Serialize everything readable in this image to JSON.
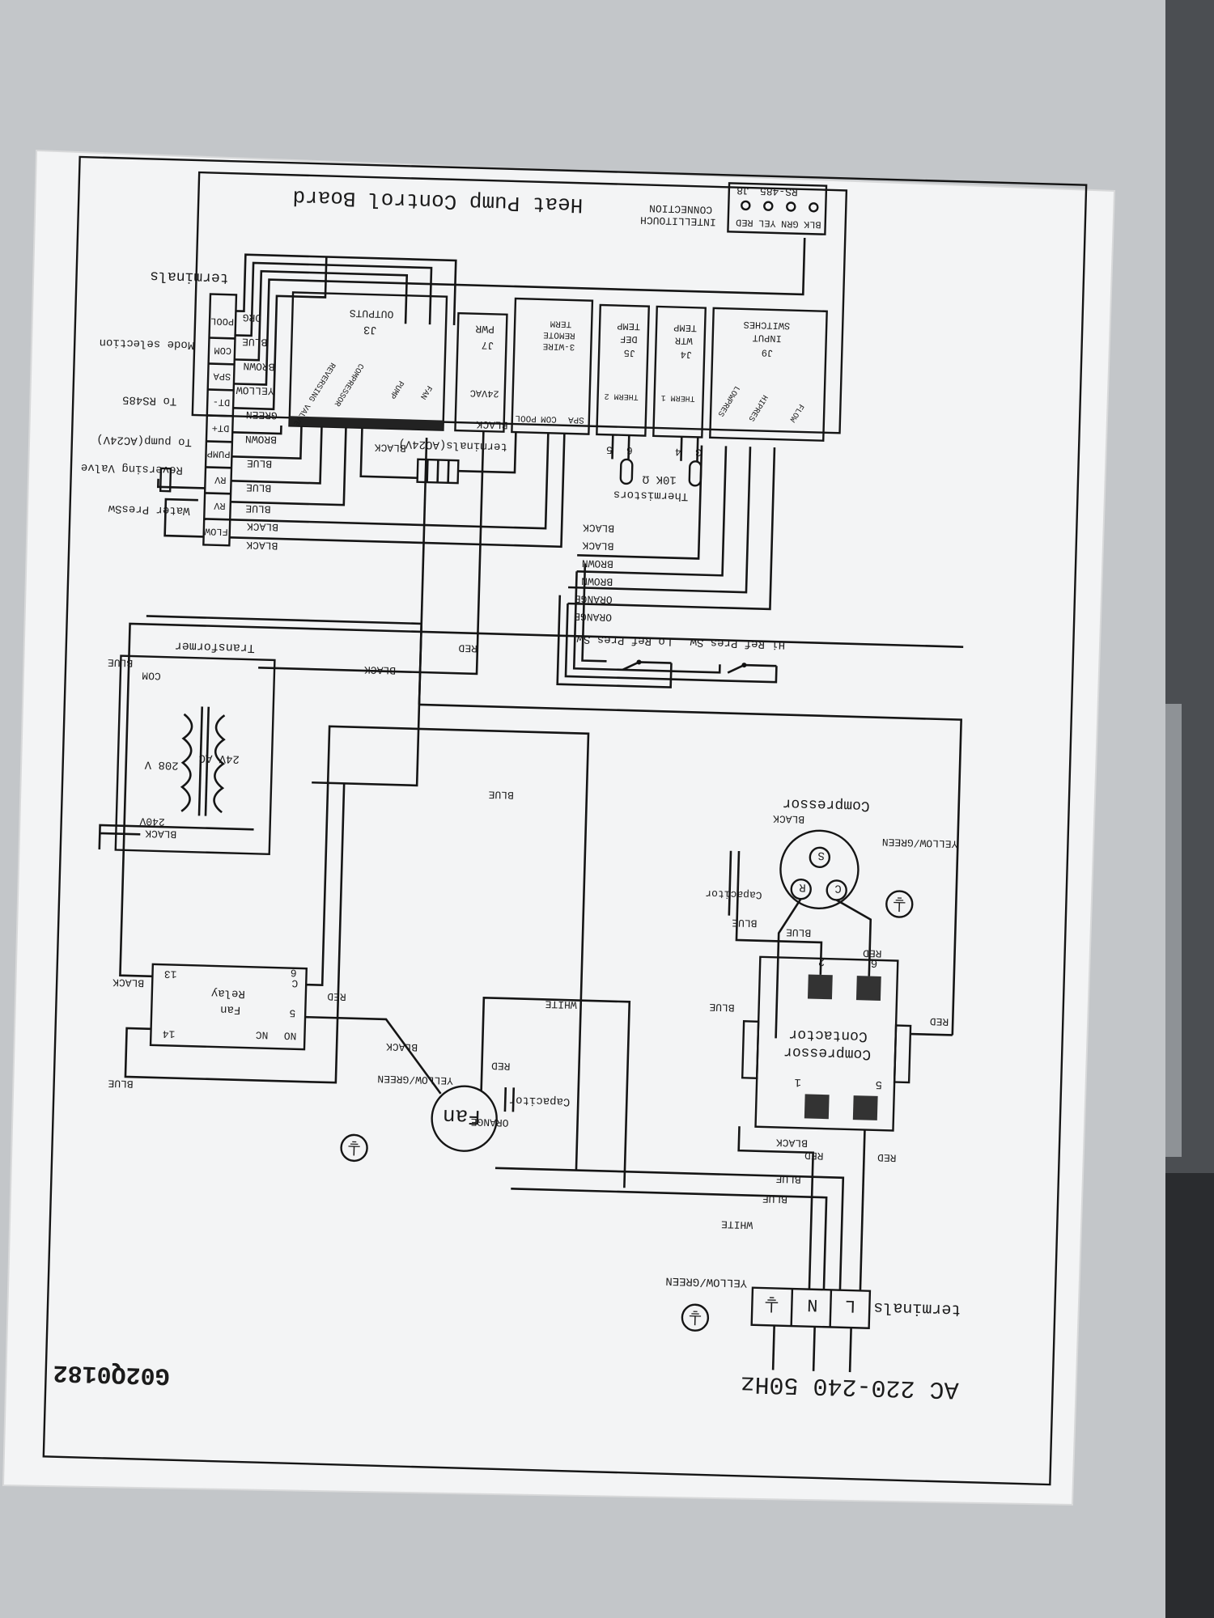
{
  "diagram": {
    "drawing_number": "G02Q0182",
    "supply": "AC 220-240 50Hz",
    "terminals_label": "terminals",
    "main_terminals": [
      "L",
      "N"
    ],
    "ground_wire": "YELLOW/GREEN",
    "fan": {
      "label": "Fan",
      "capacitor": "Capacitor",
      "wire_orange": "ORANGE",
      "wire_red": "RED",
      "wire_black": "BLACK",
      "wire_white": "WHITE",
      "ground": "YELLOW/GREEN"
    },
    "fan_relay": {
      "name": "Fan",
      "sub": "Relay",
      "nc": "NC",
      "no": "NO",
      "c": "C",
      "pins": [
        "14",
        "13",
        "5",
        "6"
      ]
    },
    "contactor": {
      "line1": "Compressor",
      "line2": "Contactor",
      "pins": [
        "5",
        "1",
        "6",
        "2"
      ]
    },
    "compressor": {
      "label": "Compressor",
      "capacitor": "Capacitor",
      "terminals": [
        "C",
        "R",
        "S"
      ],
      "ground": "YELLOW/GREEN"
    },
    "transformer": {
      "label": "Transformer",
      "primary_240": "240V",
      "primary_208": "208 V",
      "secondary": "24V AC",
      "com": "COM"
    },
    "pressure_switches": {
      "hi": "Hi Ref Pres Sw",
      "lo": "Lo Ref Pres Sw"
    },
    "thermistors": {
      "label": "Thermistors",
      "value": "10K Ω",
      "pins": [
        "5",
        "6",
        "4",
        "3"
      ]
    },
    "terminals_24v": "terminals(AC24V)",
    "left_terminals": [
      "FLOW",
      "RV",
      "RV",
      "PUMP",
      "DT+",
      "DT-",
      "SPA",
      "COM",
      "POOL"
    ],
    "left_labels": {
      "water": "Water PresSw",
      "reversing": "Reversing Valve",
      "pump": "To pump(AC24V)",
      "rs485": "To RS485",
      "mode": "Mode selection",
      "terminals": "terminals"
    },
    "board": {
      "title": "Heat Pump Control Board",
      "intelli1": "INTELLITOUCH",
      "intelli2": "CONNECTION",
      "j8": "J8",
      "rs485": "RS-485",
      "j8_pins": [
        "BLK",
        "GRN",
        "YEL",
        "RED"
      ],
      "j3": {
        "title": "J3",
        "sub": "OUTPUTS",
        "pins": [
          "REVERSING VALVE",
          "COMPRESSOR",
          "PUMP",
          "FAN"
        ]
      },
      "j7": {
        "title": "J7",
        "sub": "PWR",
        "pin": "24VAC"
      },
      "remote": {
        "l1": "3-WIRE",
        "l2": "REMOTE",
        "l3": "TERM",
        "pins": [
          "POOL",
          "COM",
          "SPA"
        ]
      },
      "j5": {
        "title": "J5",
        "l1": "DEF",
        "l2": "TEMP",
        "pin": "THERM 2"
      },
      "j4": {
        "title": "J4",
        "l1": "WTR",
        "l2": "TEMP",
        "pin": "THERM 1"
      },
      "j9": {
        "title": "J9",
        "l1": "INPUT",
        "l2": "SWITCHES",
        "pins": [
          "LOWPRES",
          "HIPRES",
          "FLOW"
        ]
      }
    },
    "wires": {
      "white": "WHITE",
      "blue": "BLUE",
      "red": "RED",
      "black": "BLACK",
      "orange": "ORANGE",
      "brown": "BROWN",
      "green": "GREEN",
      "yellow": "YELLOW",
      "org": "ORG"
    }
  }
}
